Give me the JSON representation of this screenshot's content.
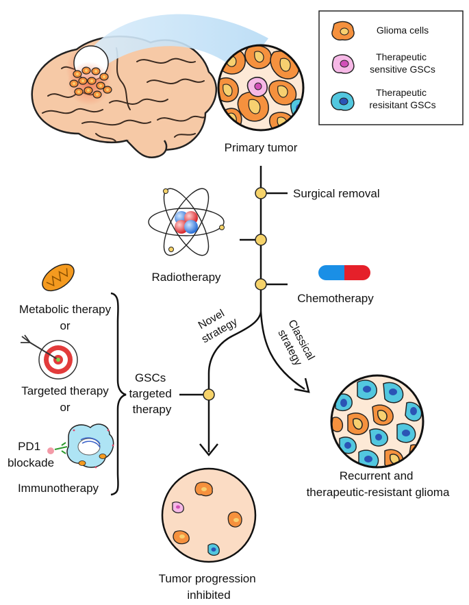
{
  "legend": {
    "items": [
      {
        "label_lines": [
          "Glioma cells"
        ],
        "color": "#f5913e",
        "nucleus": "#f7d070"
      },
      {
        "label_lines": [
          "Therapeutic",
          "sensitive GSCs"
        ],
        "color": "#f6b8e6",
        "nucleus": "#d24fb8"
      },
      {
        "label_lines": [
          "Therapeutic",
          "resisitant GSCs"
        ],
        "color": "#52c7df",
        "nucleus": "#2b54b5"
      }
    ]
  },
  "labels": {
    "primary_tumor": "Primary tumor",
    "surgical_removal": "Surgical removal",
    "radiotherapy": "Radiotherapy",
    "chemotherapy": "Chemotherapy",
    "novel_strategy": [
      "Novel",
      "strategy"
    ],
    "classical_strategy": [
      "Classical",
      "strategy"
    ],
    "gscs_targeted_therapy": [
      "GSCs",
      "targeted",
      "therapy"
    ],
    "metabolic_therapy": "Metabolic therapy",
    "or_1": "or",
    "targeted_therapy": "Targeted therapy",
    "or_2": "or",
    "pd1_blockade": [
      "PD1",
      "blockade"
    ],
    "immunotherapy": "Immunotherapy",
    "tumor_progression_inhibited": [
      "Tumor progression",
      "inhibited"
    ],
    "recurrent_glioma": [
      "Recurrent and",
      "therapeutic-resistant glioma"
    ]
  },
  "colors": {
    "orange": "#f5913e",
    "yellow": "#f7d070",
    "node_fill": "#f6d36a",
    "tissue": "#fde9d6",
    "tumor_bg_light": "#fbdcc4",
    "pink": "#f6b8e6",
    "cyan": "#52c7df",
    "navy": "#2b54b5",
    "brain": "#f6c9a6",
    "capsule_blue": "#1a8fe6",
    "capsule_red": "#e5202a",
    "target_red": "#e23b3b",
    "mito_orange": "#f49a1f"
  }
}
